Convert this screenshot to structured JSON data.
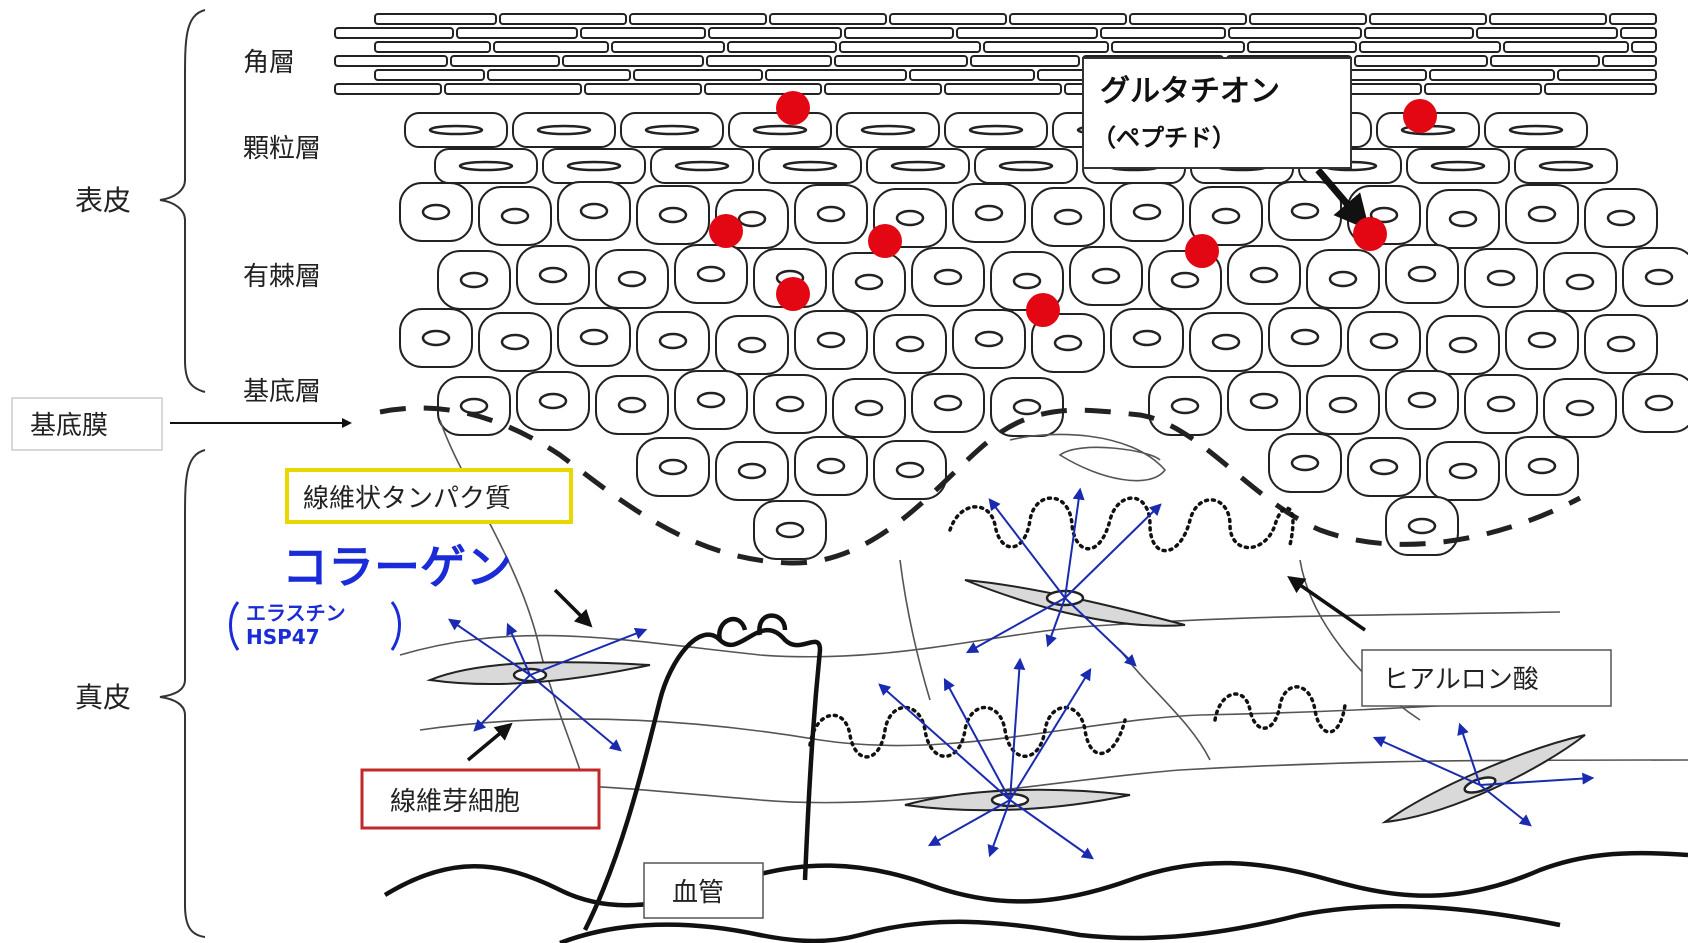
{
  "labels": {
    "horny_layer": "角層",
    "granular_layer": "顆粒層",
    "epidermis": "表皮",
    "spinous_layer": "有棘層",
    "basal_layer": "基底層",
    "basement_membrane": "基底膜",
    "dermis": "真皮",
    "fibrous_protein": "線維状タンパク質",
    "collagen": "コラーゲン",
    "elastin_hsp": [
      "エラスチン",
      "HSP47"
    ],
    "fibroblast": "線維芽細胞",
    "blood_vessel": "血管",
    "hyaluronic_acid": "ヒアルロン酸",
    "glutathione": "グルタチオン",
    "peptide": "（ペプチド）"
  },
  "colors": {
    "glutathione_dot": "#e30613",
    "collagen_text": "#1a2bd8",
    "arrow_blue": "#1a2bb0",
    "fibrous_box_border": "#e8d800",
    "fibroblast_box_border": "#c0282a"
  }
}
